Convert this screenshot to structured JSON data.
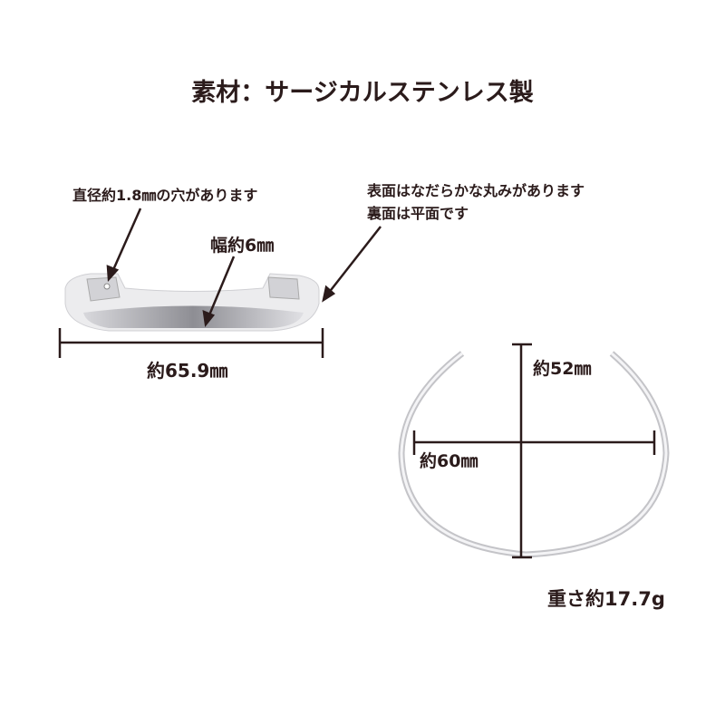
{
  "title": "素材：サージカルステンレス製",
  "annotations": {
    "hole": "直径約1.8㎜の穴があります",
    "width": "幅約6㎜",
    "length": "約65.9㎜",
    "surface_line1": "表面はなだらかな丸みがあります",
    "surface_line2": "裏面は平面です",
    "height_dim": "約52㎜",
    "width_dim": "約60㎜",
    "weight": "重さ約17.7g"
  },
  "colors": {
    "text": "#2b1b1b",
    "metal": "#c8c8cc"
  }
}
